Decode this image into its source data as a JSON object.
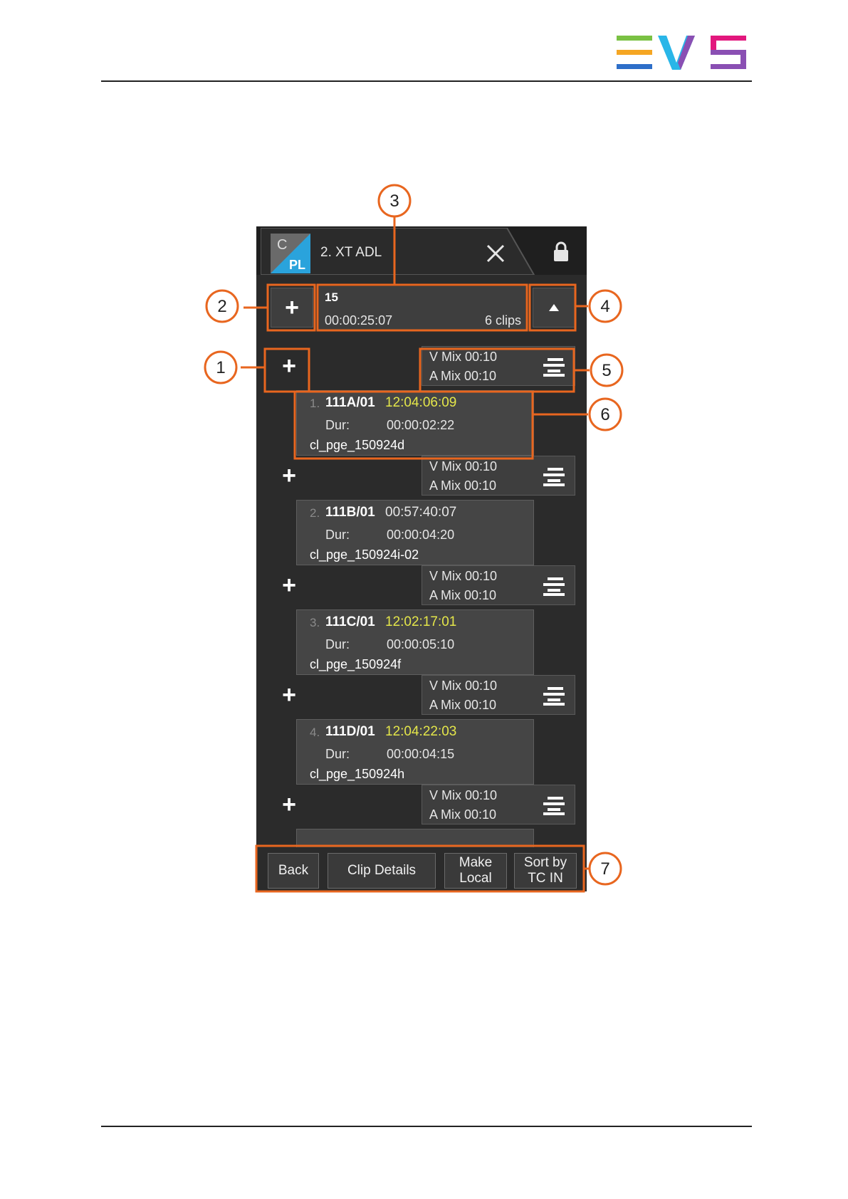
{
  "playlist_tab": {
    "badge_top": "C",
    "badge_bottom": "PL",
    "title": "2. XT ADL"
  },
  "playlist_info": {
    "number": "15",
    "duration": "00:00:25:07",
    "clip_count": "6 clips"
  },
  "transitions": [
    {
      "video": "V Mix  00:10",
      "audio": "A Mix  00:10"
    },
    {
      "video": "V Mix  00:10",
      "audio": "A Mix  00:10"
    },
    {
      "video": "V Mix  00:10",
      "audio": "A Mix  00:10"
    },
    {
      "video": "V Mix  00:10",
      "audio": "A Mix  00:10"
    },
    {
      "video": "V Mix  00:10",
      "audio": "A Mix  00:10"
    }
  ],
  "clips": [
    {
      "index": "1.",
      "name": "111A/01",
      "tc": "12:04:06:09",
      "dur_label": "Dur:",
      "duration": "00:00:02:22",
      "file": "cl_pge_150924d"
    },
    {
      "index": "2.",
      "name": "111B/01",
      "tc": "00:57:40:07",
      "dur_label": "Dur:",
      "duration": "00:00:04:20",
      "file": "cl_pge_150924i-02"
    },
    {
      "index": "3.",
      "name": "111C/01",
      "tc": "12:02:17:01",
      "dur_label": "Dur:",
      "duration": "00:00:05:10",
      "file": "cl_pge_150924f"
    },
    {
      "index": "4.",
      "name": "111D/01",
      "tc": "12:04:22:03",
      "dur_label": "Dur:",
      "duration": "00:00:04:15",
      "file": "cl_pge_150924h"
    }
  ],
  "bottom_buttons": {
    "back": "Back",
    "clip_details": "Clip Details",
    "make_local": "Make\nLocal",
    "sort_by": "Sort by\nTC IN"
  },
  "callouts": [
    "1",
    "2",
    "3",
    "4",
    "5",
    "6",
    "7"
  ],
  "colors": {
    "highlight": "#e8661f",
    "timecode_yellow": "#e4e64a",
    "logo": [
      "#7ac143",
      "#f5a623",
      "#2e6fc9",
      "#29b6e8",
      "#8a4fb3",
      "#e2177d"
    ]
  }
}
